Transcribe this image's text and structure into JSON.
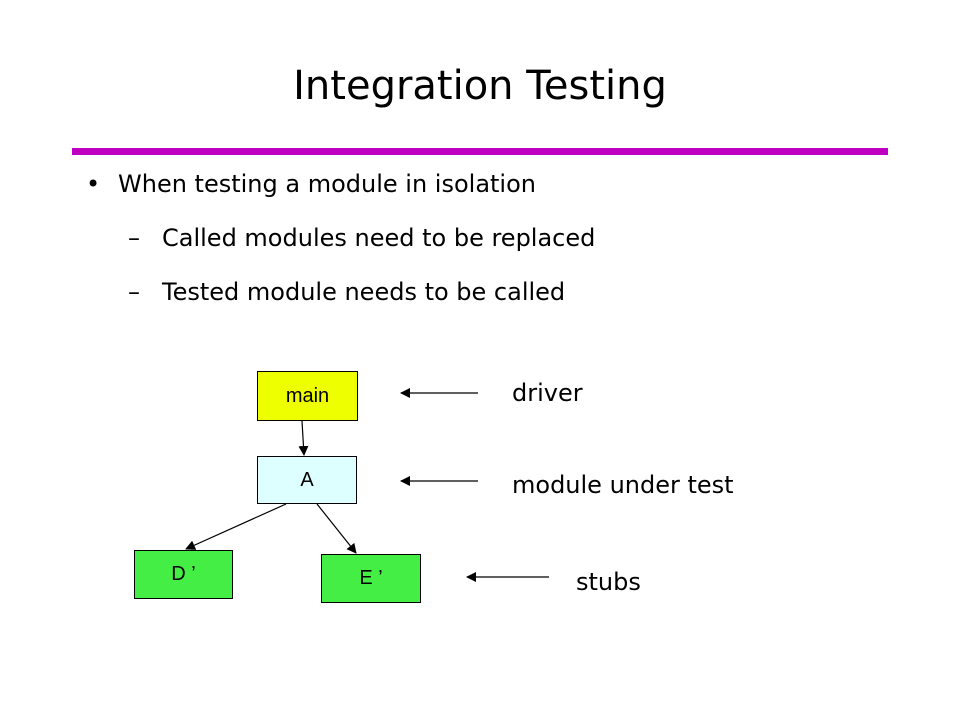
{
  "slide": {
    "title": "Integration Testing",
    "accent_color": "#c000c0"
  },
  "bullets": {
    "main": "When testing a module in isolation",
    "main_marker": "•",
    "sub_marker": "–",
    "subs": [
      "Called modules need to be replaced",
      "Tested module needs to be called"
    ]
  },
  "diagram": {
    "nodes": {
      "main": {
        "label": "main",
        "color": "#eeff00"
      },
      "a": {
        "label": "A",
        "color": "#ddffff"
      },
      "d": {
        "label": "D ’",
        "color": "#44ee44"
      },
      "e": {
        "label": "E ’",
        "color": "#44ee44"
      }
    },
    "labels": {
      "driver": "driver",
      "module_under_test": "module under test",
      "stubs": "stubs"
    }
  }
}
